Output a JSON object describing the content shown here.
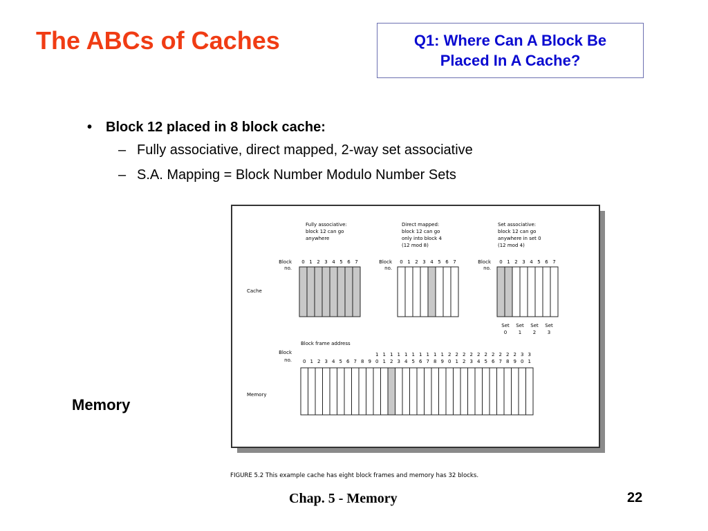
{
  "title": "The ABCs of Caches",
  "question_box": {
    "line1": "Q1: Where Can A Block Be",
    "line2": "Placed In A Cache?"
  },
  "bullets": {
    "main": "Block 12 placed in 8 block cache:",
    "subs": [
      "Fully associative, direct mapped, 2-way set associative",
      "S.A. Mapping = Block Number Modulo Number Sets"
    ]
  },
  "memory_label": "Memory",
  "figure": {
    "panels": [
      {
        "lines": [
          "Fully associative:",
          "block 12 can go",
          "anywhere"
        ]
      },
      {
        "lines": [
          "Direct mapped:",
          "block 12 can go",
          "only into block 4",
          "(12 mod 8)"
        ]
      },
      {
        "lines": [
          "Set associative:",
          "block 12 can go",
          "anywhere in set 0",
          "(12 mod 4)"
        ]
      }
    ],
    "block_label_1": "Block",
    "block_label_2": "no.",
    "cache_label": "Cache",
    "memory_label": "Memory",
    "frame_address_label": "Block frame address",
    "cache_digits": [
      "0",
      "1",
      "2",
      "3",
      "4",
      "5",
      "6",
      "7"
    ],
    "set_labels": [
      "Set",
      "Set",
      "Set",
      "Set"
    ],
    "set_numbers": [
      "0",
      "1",
      "2",
      "3"
    ],
    "mem_tens": [
      "",
      "",
      "",
      "",
      "",
      "",
      "",
      "",
      "",
      "",
      "1",
      "1",
      "1",
      "1",
      "1",
      "1",
      "1",
      "1",
      "1",
      "1",
      "2",
      "2",
      "2",
      "2",
      "2",
      "2",
      "2",
      "2",
      "2",
      "2",
      "3",
      "3"
    ],
    "mem_units": [
      "0",
      "1",
      "2",
      "3",
      "4",
      "5",
      "6",
      "7",
      "8",
      "9",
      "0",
      "1",
      "2",
      "3",
      "4",
      "5",
      "6",
      "7",
      "8",
      "9",
      "0",
      "1",
      "2",
      "3",
      "4",
      "5",
      "6",
      "7",
      "8",
      "9",
      "0",
      "1"
    ],
    "caption": "FIGURE 5.2  This example cache has eight block frames and memory has 32 blocks."
  },
  "colors": {
    "title": "#f03c14",
    "question": "#0a0ad0",
    "box_border": "#6b6fb0",
    "highlight": "#c8c8c8"
  },
  "footer": {
    "chapter": "Chap. 5 - Memory",
    "page": "22"
  }
}
